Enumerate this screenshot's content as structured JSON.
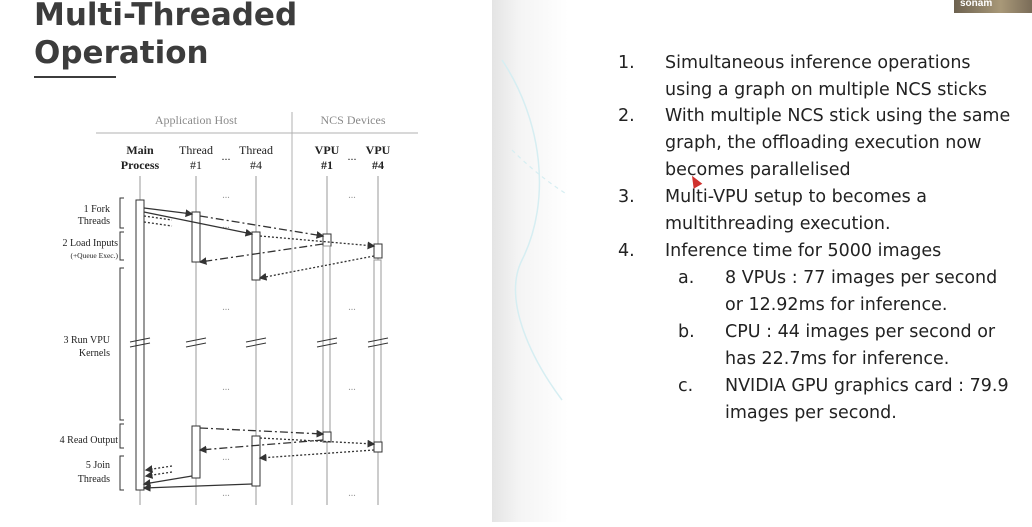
{
  "slide": {
    "title_line1": "Multi-Threaded",
    "title_line2": "Operation"
  },
  "webcam": {
    "label": "sonam"
  },
  "diagram": {
    "group_app": "Application Host",
    "group_ncs": "NCS Devices",
    "col_main_1": "Main",
    "col_main_2": "Process",
    "col_t1_1": "Thread",
    "col_t1_2": "#1",
    "col_t4_1": "Thread",
    "col_t4_2": "#4",
    "col_v1_1": "VPU",
    "col_v1_2": "#1",
    "col_v4_1": "VPU",
    "col_v4_2": "#4",
    "ellipsis": "...",
    "step1a": "1 Fork",
    "step1b": "Threads",
    "step2a": "2 Load Inputs",
    "step2b": "(+Queue Exec.)",
    "step3a": "3 Run VPU",
    "step3b": "Kernels",
    "step4": "4 Read Output",
    "step5a": "5 Join",
    "step5b": "Threads"
  },
  "list": {
    "items": [
      {
        "num": "1.",
        "lines": [
          "Simultaneous inference operations",
          "using a graph on multiple NCS sticks"
        ]
      },
      {
        "num": "2.",
        "lines": [
          "With multiple NCS stick using the same",
          "graph, the offloading execution now",
          "becomes parallelised"
        ]
      },
      {
        "num": "3.",
        "lines": [
          "Multi-VPU setup to becomes a",
          "multithreading execution."
        ]
      },
      {
        "num": "4.",
        "lines": [
          "Inference time for 5000 images"
        ]
      }
    ],
    "subitems": [
      {
        "letter": "a.",
        "lines": [
          "8 VPUs : 77 images per second",
          "or 12.92ms for inference."
        ]
      },
      {
        "letter": "b.",
        "lines": [
          "CPU : 44 images per second or",
          "has 22.7ms for inference."
        ]
      },
      {
        "letter": "c.",
        "lines": [
          "NVIDIA GPU graphics card : 79.9",
          "images per second."
        ]
      }
    ]
  },
  "colors": {
    "title": "#3c3c3c",
    "text": "#222222",
    "diagram_gray": "#9a9a9a",
    "cursor": "#d0312d"
  }
}
